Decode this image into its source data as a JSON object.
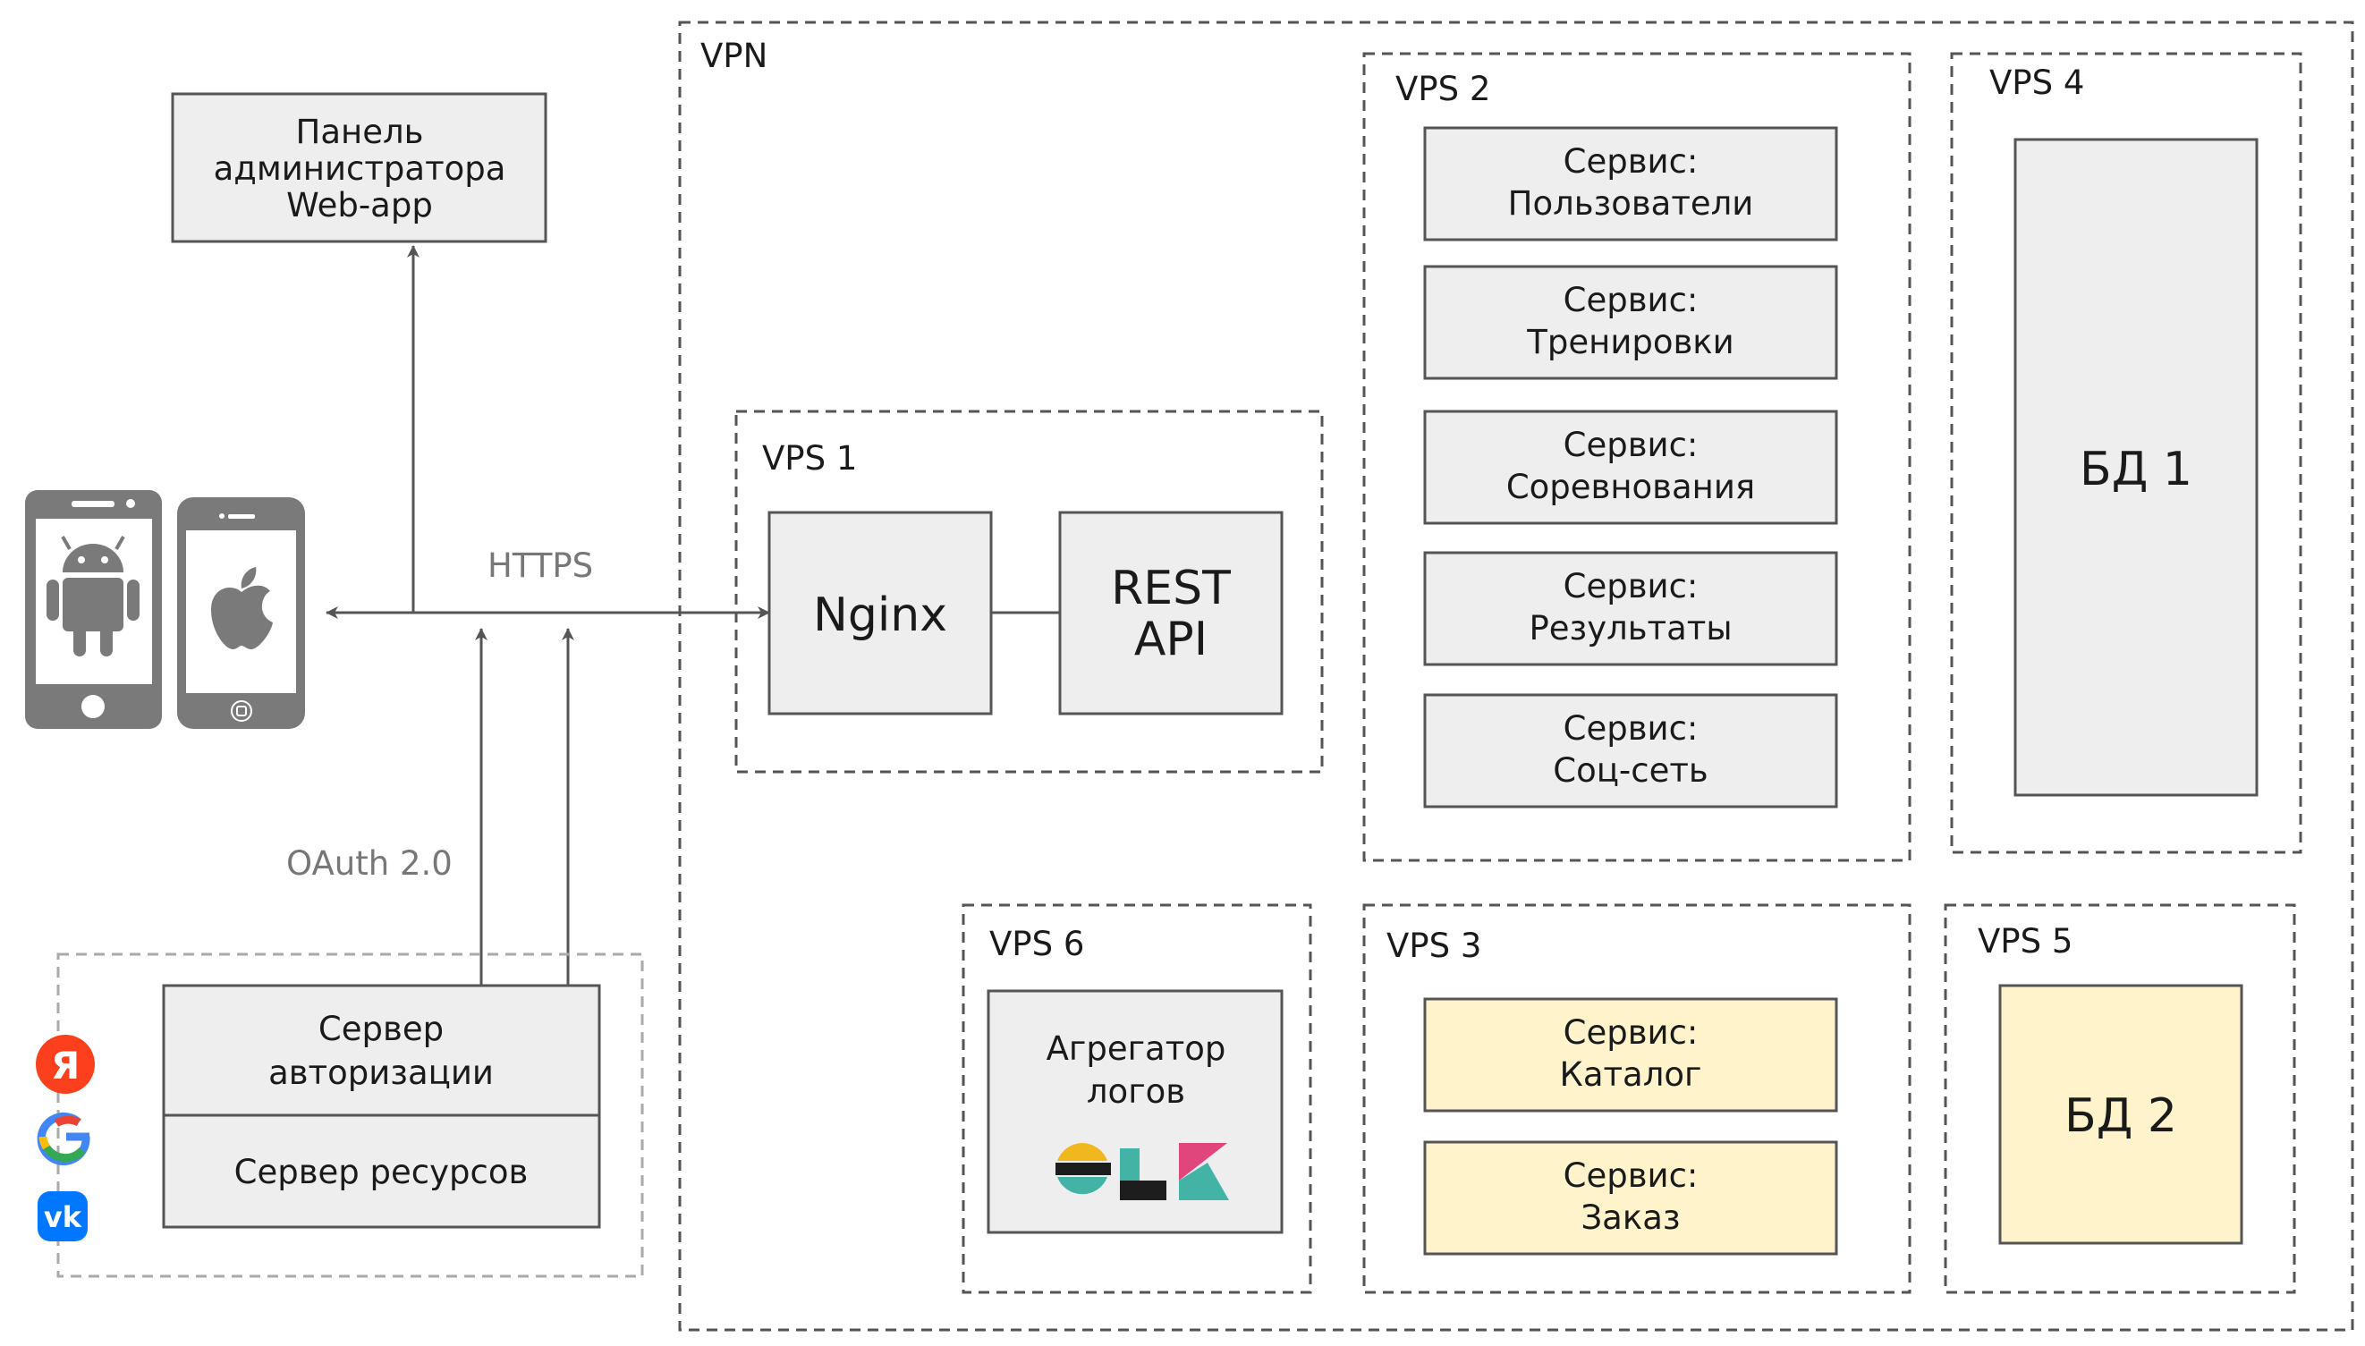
{
  "colors": {
    "box_fill": "#eeeeee",
    "box_stroke": "#555555",
    "highlight_fill": "#fff3cc",
    "device_gray": "#7a7a7a",
    "line": "#555555",
    "yandex": "#fc3f1d",
    "vk": "#0077ff"
  },
  "labels": {
    "vpn": "VPN",
    "vps1": "VPS 1",
    "vps2": "VPS 2",
    "vps3": "VPS 3",
    "vps4": "VPS 4",
    "vps5": "VPS 5",
    "vps6": "VPS 6",
    "https": "HTTPS",
    "oauth": "OAuth 2.0"
  },
  "admin_panel": [
    "Панель",
    "администратора",
    "Web-app"
  ],
  "nginx": "Nginx",
  "rest_api": [
    "REST",
    "API"
  ],
  "vps2_services": [
    [
      "Сервис:",
      "Пользователи"
    ],
    [
      "Сервис:",
      "Тренировки"
    ],
    [
      "Сервис:",
      "Соревнования"
    ],
    [
      "Сервис:",
      "Результаты"
    ],
    [
      "Сервис:",
      "Соц-сеть"
    ]
  ],
  "vps3_services": [
    [
      "Сервис:",
      "Каталог"
    ],
    [
      "Сервис:",
      "Заказ"
    ]
  ],
  "db1": "БД 1",
  "db2": "БД 2",
  "log_aggregator": [
    "Агрегатор",
    "логов"
  ],
  "auth_server": [
    "Сервер",
    "авторизации"
  ],
  "resource_server": "Сервер ресурсов",
  "provider_icons": [
    "yandex-icon",
    "google-icon",
    "vk-icon"
  ],
  "device_icons": [
    "android-phone-icon",
    "iphone-icon"
  ],
  "logo": "elk-logo"
}
